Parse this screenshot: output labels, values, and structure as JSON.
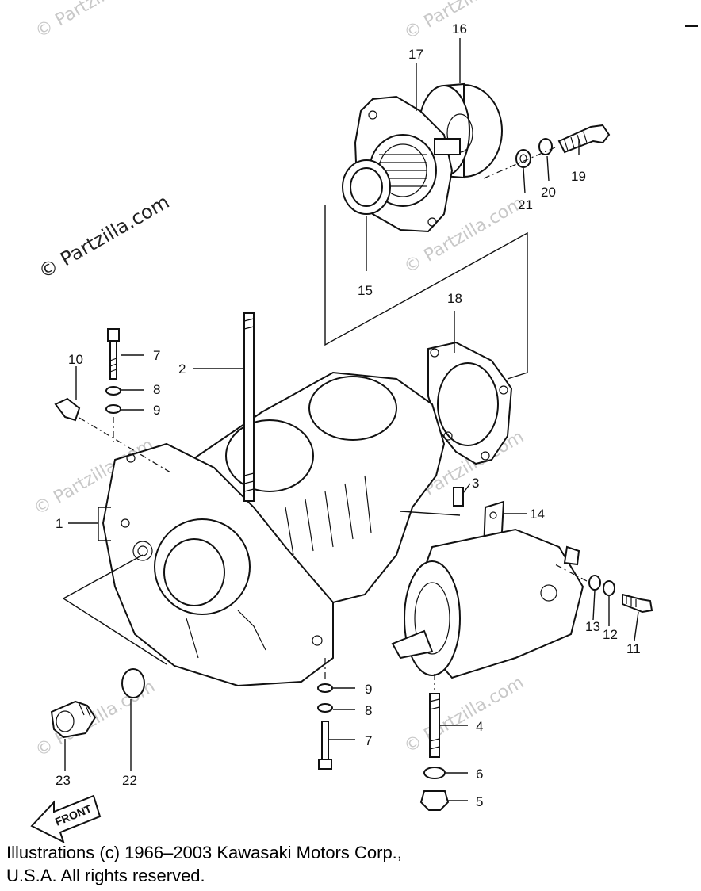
{
  "watermarks": {
    "main": "© Partzilla.com",
    "repeat": "© Partzilla.com"
  },
  "labels": {
    "p1": "1",
    "p2": "2",
    "p3": "3",
    "p4": "4",
    "p5": "5",
    "p6": "6",
    "p7a": "7",
    "p7b": "7",
    "p8a": "8",
    "p8b": "8",
    "p9a": "9",
    "p9b": "9",
    "p10": "10",
    "p11": "11",
    "p12": "12",
    "p13": "13",
    "p14": "14",
    "p15": "15",
    "p16": "16",
    "p17": "17",
    "p18": "18",
    "p19": "19",
    "p20": "20",
    "p21": "21",
    "p22": "22",
    "p23": "23"
  },
  "front_arrow": "FRONT",
  "copyright": {
    "line1": "Illustrations (c) 1966–2003 Kawasaki Motors Corp.,",
    "line2": "U.S.A.  All rights reserved."
  }
}
